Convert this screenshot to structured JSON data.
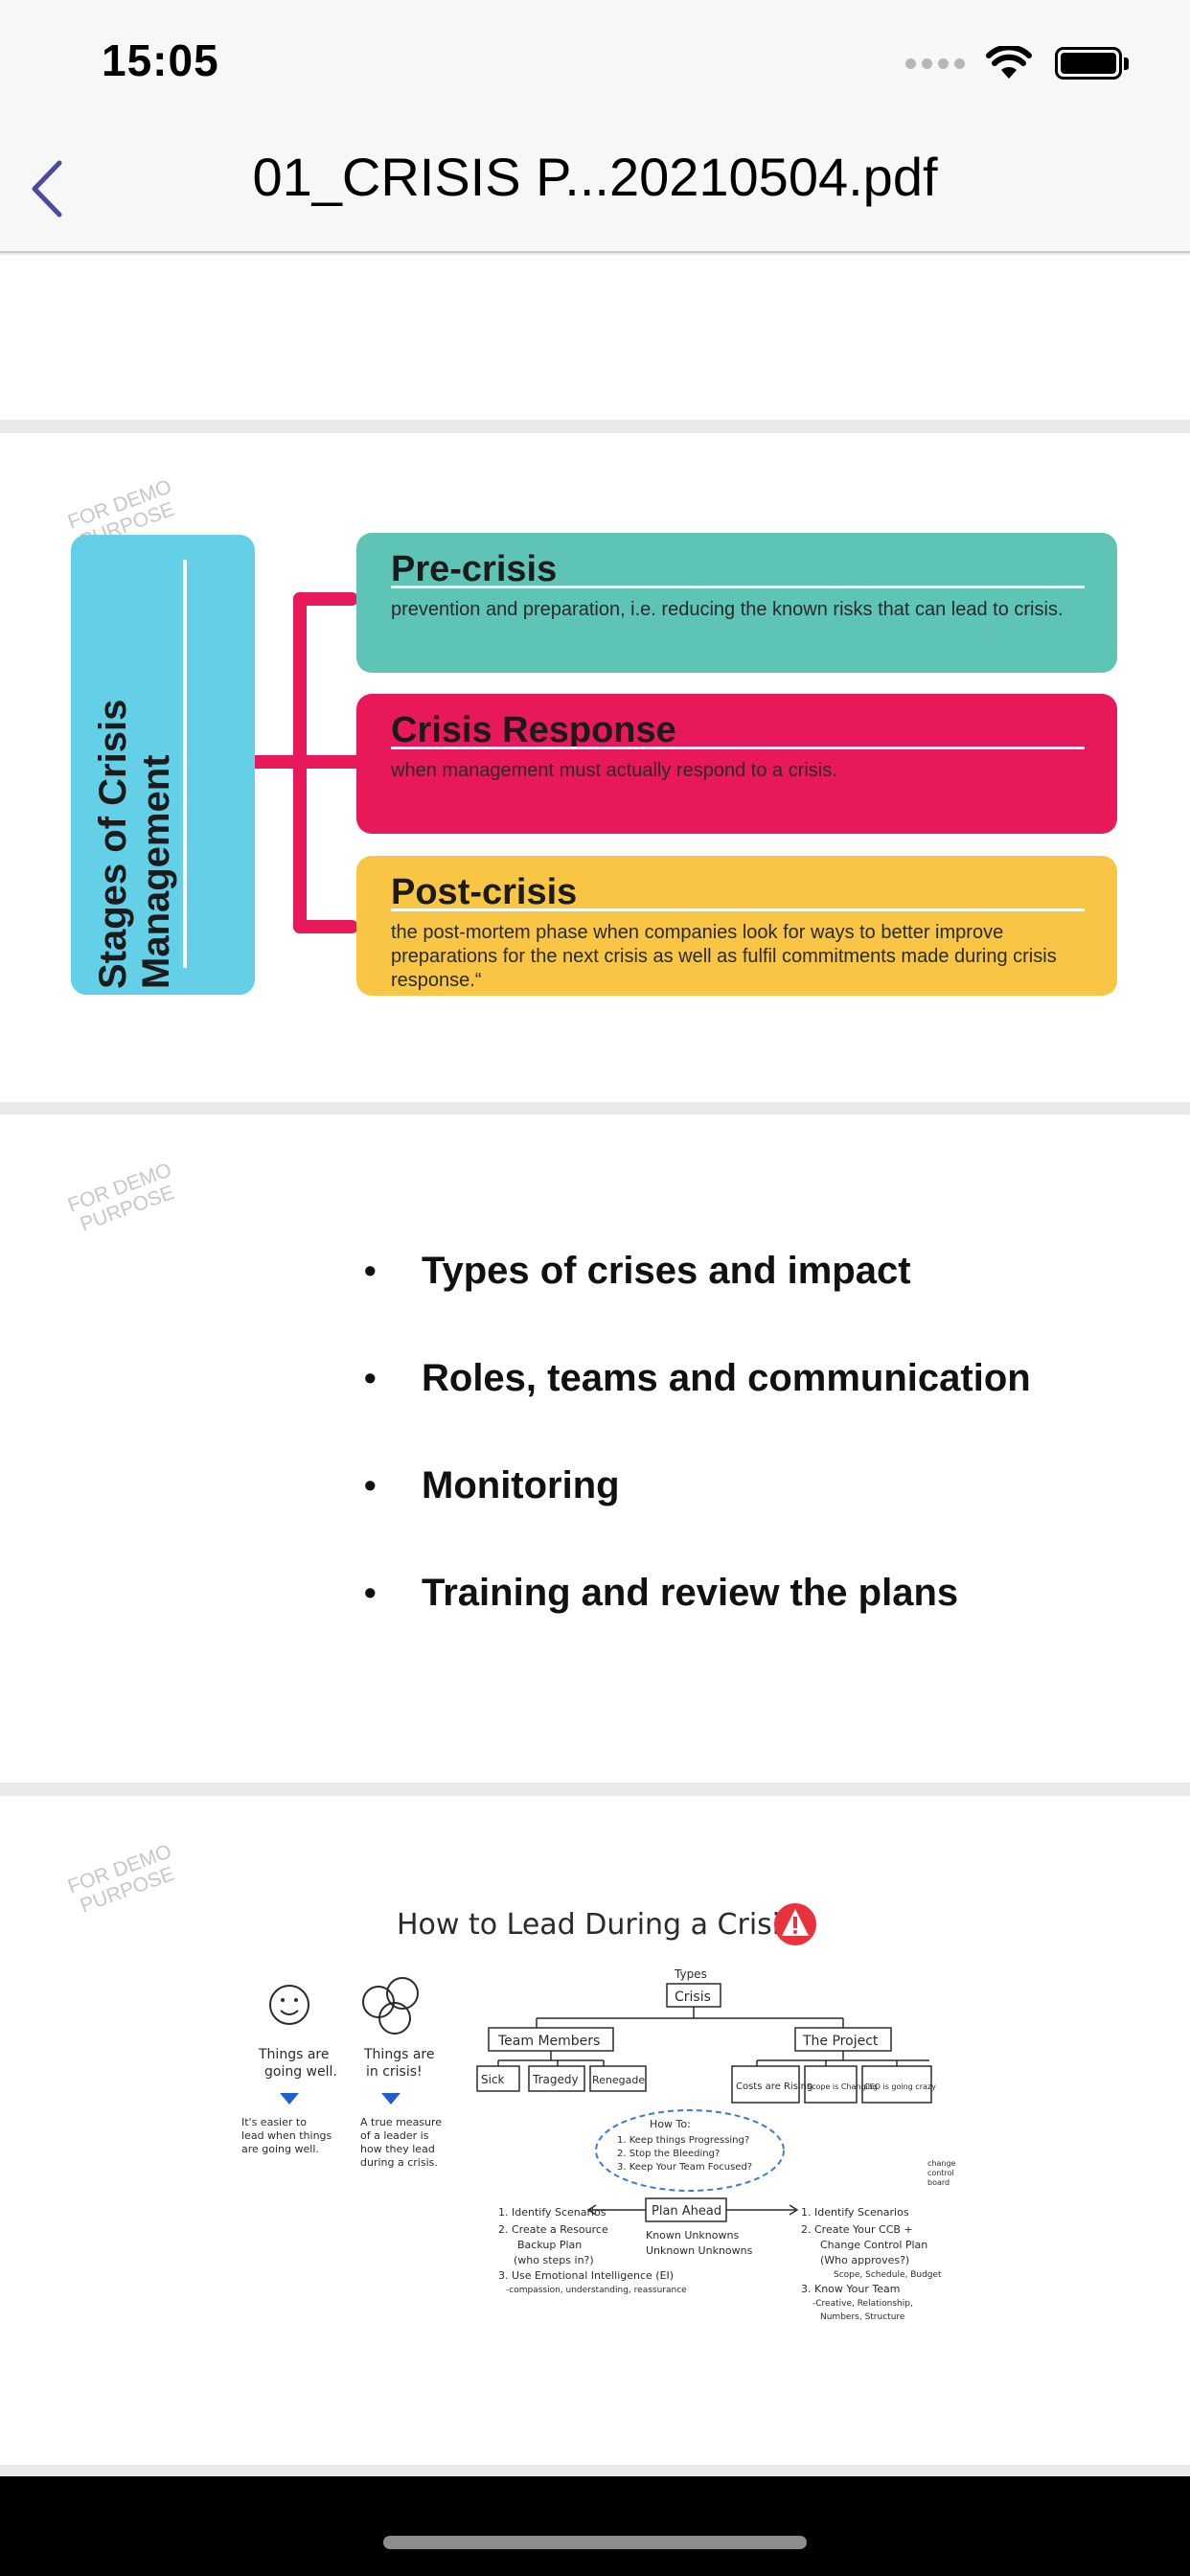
{
  "status_bar": {
    "time": "15:05"
  },
  "nav": {
    "title": "01_CRISIS P...20210504.pdf"
  },
  "watermark": {
    "line1": "FOR DEMO",
    "line2": "PURPOSE"
  },
  "page2": {
    "side_title": "Stages of Crisis Management",
    "stages": [
      {
        "title": "Pre-crisis",
        "description": "prevention and preparation, i.e. reducing the known risks that can lead to crisis."
      },
      {
        "title": "Crisis Response",
        "description": "when management must actually respond to a crisis."
      },
      {
        "title": "Post-crisis",
        "description": "the post-mortem phase when companies look for ways to better improve preparations for the next crisis as well as fulfil commitments made during crisis response.“"
      }
    ],
    "colors": {
      "side_box": "#64d0e8",
      "pre": "#5ec4b6",
      "response": "#e8195a",
      "post": "#f8c644"
    }
  },
  "page3": {
    "bullets": [
      "Types of crises and impact",
      "Roles, teams and communication",
      "Monitoring",
      "Training and review the plans"
    ]
  },
  "page4": {
    "sketch": {
      "title": "How to Lead During a Crisis",
      "left_a": [
        "Things are",
        "going well."
      ],
      "left_a_note": [
        "It's easier to",
        "lead when things",
        "are going well."
      ],
      "left_b": [
        "Things are",
        "in crisis!"
      ],
      "left_b_note": [
        "A true measure",
        "of a leader is",
        "how they lead",
        "during a crisis."
      ],
      "types_label": "Types",
      "crisis_box": "Crisis",
      "team_members": "Team Members",
      "the_project": "The Project",
      "team_items": [
        "Sick",
        "Tragedy",
        "Renegade"
      ],
      "project_items": [
        "Costs are Rising",
        "Scope is Changing",
        "CEO is going crazy"
      ],
      "howto": [
        "How To:",
        "1. Keep things Progressing?",
        "2. Stop the Bleeding?",
        "3. Keep Your Team Focused?"
      ],
      "plan_ahead": "Plan Ahead",
      "known": [
        "Known Unknowns",
        "Unknown Unknowns"
      ],
      "left_steps": [
        "1. Identify Scenarios",
        "2. Create a Resource",
        "Backup Plan",
        "(who steps in?)",
        "3. Use Emotional Intelligence (EI)",
        "-compassion, understanding, reassurance"
      ],
      "right_steps": [
        "1. Identify Scenarios",
        "2. Create Your CCB +",
        "Change Control Plan",
        "(Who approves?)",
        "Scope, Schedule, Budget",
        "3. Know Your Team",
        "-Creative, Relationship,",
        "Numbers, Structure"
      ],
      "ccb_note": [
        "change",
        "control",
        "board"
      ]
    }
  }
}
